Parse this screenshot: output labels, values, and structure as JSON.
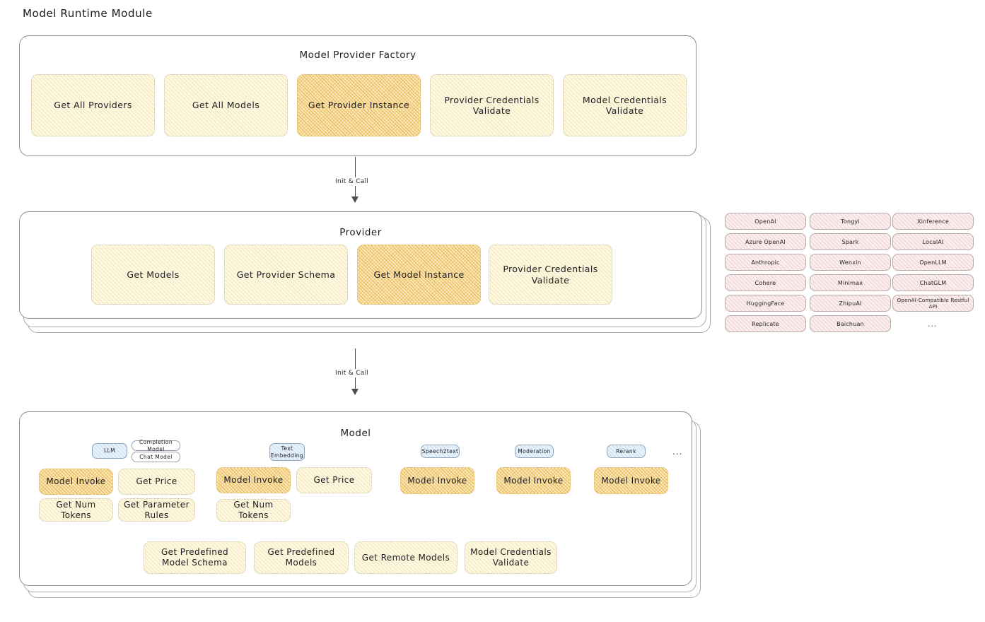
{
  "page": {
    "title": "Model Runtime Module"
  },
  "factory": {
    "title": "Model Provider Factory",
    "methods": [
      {
        "label": "Get All Providers",
        "highlighted": false
      },
      {
        "label": "Get All Models",
        "highlighted": false
      },
      {
        "label": "Get Provider Instance",
        "highlighted": true
      },
      {
        "label": "Provider Credentials Validate",
        "highlighted": false
      },
      {
        "label": "Model Credentials Validate",
        "highlighted": false
      }
    ]
  },
  "connector_top": {
    "label": "Init & Call"
  },
  "provider": {
    "title": "Provider",
    "methods": [
      {
        "label": "Get Models",
        "highlighted": false
      },
      {
        "label": "Get Provider Schema",
        "highlighted": false
      },
      {
        "label": "Get Model Instance",
        "highlighted": true
      },
      {
        "label": "Provider Credentials Validate",
        "highlighted": false
      }
    ]
  },
  "provider_list": {
    "columns": [
      {
        "items": [
          "OpenAI",
          "Azure OpenAI",
          "Anthropic",
          "Cohere",
          "HuggingFace",
          "Replicate"
        ]
      },
      {
        "items": [
          "Tongyi",
          "Spark",
          "Wenxin",
          "Minimax",
          "ZhipuAI",
          "Baichuan"
        ]
      },
      {
        "items": [
          "Xinference",
          "LocalAI",
          "OpenLLM",
          "ChatGLM",
          "OpenAI-Compatible Restful API"
        ]
      }
    ],
    "more": "..."
  },
  "connector_bottom": {
    "label": "Init & Call"
  },
  "model": {
    "title": "Model",
    "more": "...",
    "groups": [
      {
        "type_pill": "LLM",
        "sub_pills": [
          "Completion Model",
          "Chat Model"
        ],
        "methods": [
          {
            "label": "Model Invoke",
            "highlighted": true
          },
          {
            "label": "Get Price",
            "highlighted": false
          },
          {
            "label": "Get Num Tokens",
            "highlighted": false
          },
          {
            "label": "Get Parameter Rules",
            "highlighted": false
          }
        ]
      },
      {
        "type_pill": "Text Embedding",
        "sub_pills": [],
        "methods": [
          {
            "label": "Model Invoke",
            "highlighted": true
          },
          {
            "label": "Get Price",
            "highlighted": false
          },
          {
            "label": "Get Num Tokens",
            "highlighted": false
          }
        ]
      },
      {
        "type_pill": "Speech2text",
        "sub_pills": [],
        "methods": [
          {
            "label": "Model Invoke",
            "highlighted": true
          }
        ]
      },
      {
        "type_pill": "Moderation",
        "sub_pills": [],
        "methods": [
          {
            "label": "Model Invoke",
            "highlighted": true
          }
        ]
      },
      {
        "type_pill": "Rerank",
        "sub_pills": [],
        "methods": [
          {
            "label": "Model Invoke",
            "highlighted": true
          }
        ]
      }
    ],
    "common_methods": [
      {
        "label": "Get Predefined Model Schema"
      },
      {
        "label": "Get Predefined Models"
      },
      {
        "label": "Get Remote Models"
      },
      {
        "label": "Model Credentials Validate"
      }
    ]
  },
  "colors": {
    "box_fill": "#fdf8e3",
    "box_hatch": "#e9c96a",
    "box_highlight_fill": "#fbe9bd",
    "box_highlight_hatch": "#e2a328",
    "provider_pill_fill": "#fbeeee",
    "provider_pill_hatch": "#d69696",
    "type_pill_blue": "#e8f2fb",
    "card_border": "#8d8d93",
    "text": "#1f1f22"
  }
}
